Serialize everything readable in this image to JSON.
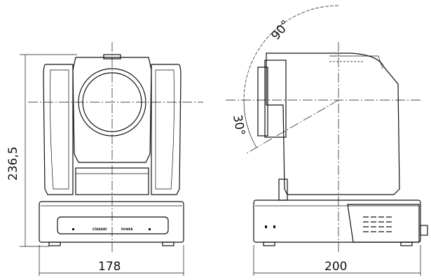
{
  "dimensions": {
    "height": "236,5",
    "width_front": "178",
    "depth_side": "200"
  },
  "angles": {
    "tilt_up": "90°",
    "tilt_down": "30°"
  },
  "front_panel": {
    "standby_label": "STANDBY",
    "power_label": "POWER"
  }
}
